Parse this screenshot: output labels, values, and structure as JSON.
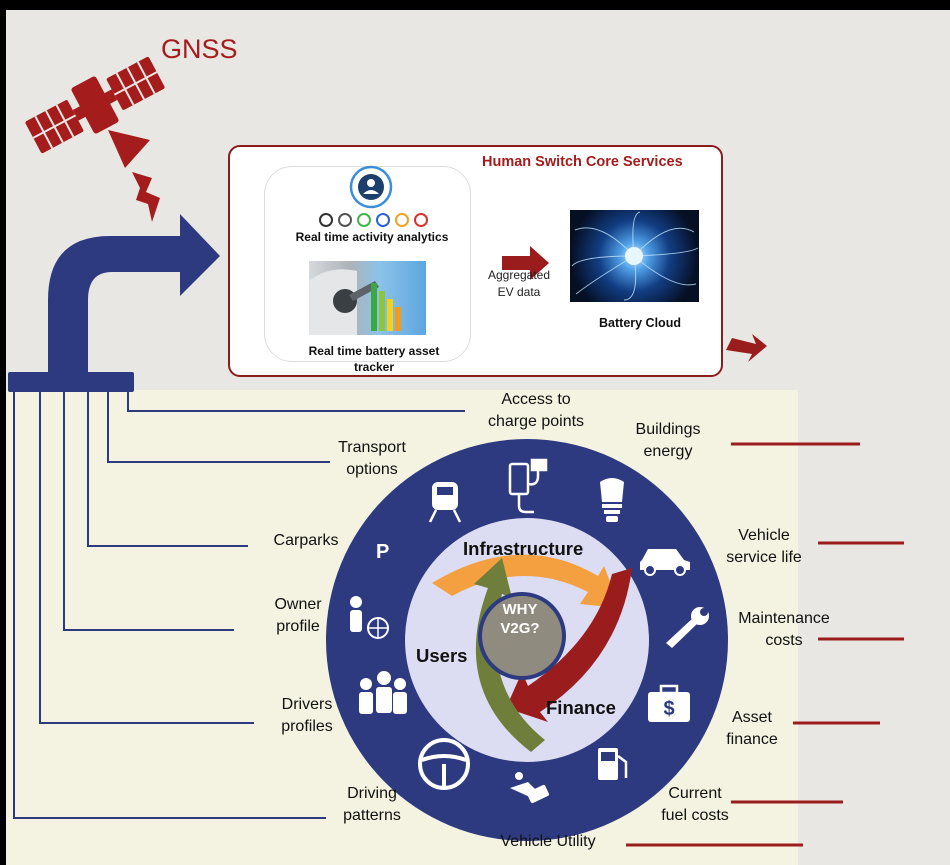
{
  "gnss_label": "GNSS",
  "core_services": {
    "title": "Human Switch Core Services",
    "analytics_label": "Real time activity analytics",
    "tracker_label_line1": "Real time battery asset",
    "tracker_label_line2": "tracker",
    "aggregated_line1": "Aggregated",
    "aggregated_line2": "EV data",
    "battery_cloud_label": "Battery Cloud"
  },
  "wheel": {
    "center_line1": "WHY",
    "center_line2": "V2G?",
    "segments": [
      "Infrastructure",
      "Users",
      "Finance"
    ],
    "parking_letter": "P",
    "bottom_label": "Vehicle Utility"
  },
  "left_labels": [
    {
      "line1": "Access to",
      "line2": "charge points"
    },
    {
      "line1": "Transport",
      "line2": "options"
    },
    {
      "line1": "Carparks",
      "line2": ""
    },
    {
      "line1": "Owner",
      "line2": "profile"
    },
    {
      "line1": "Drivers",
      "line2": "profiles"
    },
    {
      "line1": "Driving",
      "line2": "patterns"
    }
  ],
  "right_labels": [
    {
      "line1": "Buildings",
      "line2": "energy"
    },
    {
      "line1": "Vehicle",
      "line2": "service life"
    },
    {
      "line1": "Maintenance",
      "line2": "costs"
    },
    {
      "line1": "Asset",
      "line2": "finance"
    },
    {
      "line1": "Current",
      "line2": "fuel costs"
    }
  ],
  "colors": {
    "navy": "#2e3a80",
    "dark_red": "#9b1c1c",
    "orange": "#f4a040",
    "olive": "#6f7f3b",
    "center_gray": "#8f8b7e",
    "panel": "#f4f3e2"
  }
}
